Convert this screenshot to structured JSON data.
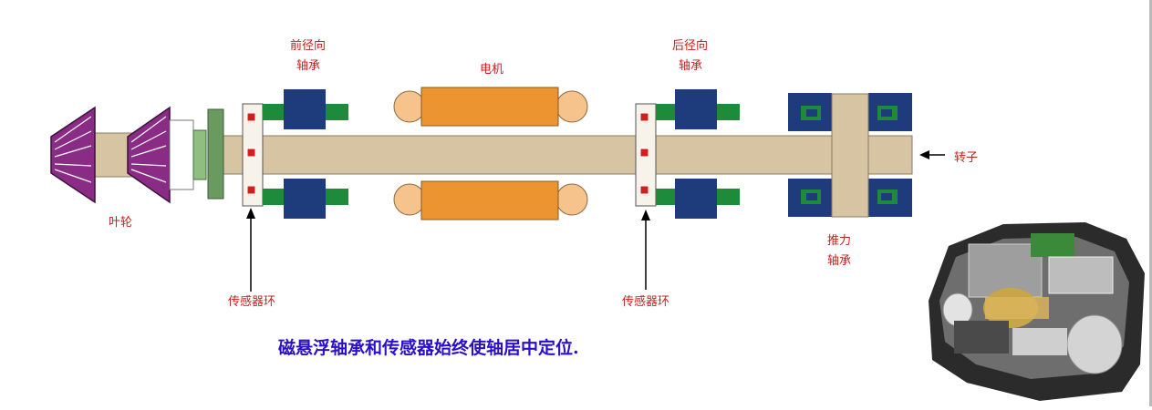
{
  "labels": {
    "front_radial_1": "前径向",
    "front_radial_2": "轴承",
    "motor": "电机",
    "rear_radial_1": "后径向",
    "rear_radial_2": "轴承",
    "rotor": "转子",
    "impeller": "叶轮",
    "thrust_1": "推力",
    "thrust_2": "轴承",
    "sensor_ring_left": "传感器环",
    "sensor_ring_right": "传感器环"
  },
  "caption": "磁悬浮轴承和传感器始终使轴居中定位.",
  "colors": {
    "shaft": "#d7c4a3",
    "bearing_stator": "#1e3c7c",
    "bearing_rotor": "#1d8b3a",
    "motor": "#eb9430",
    "motor_end": "#f6c38c",
    "impeller": "#8a2b86",
    "hub": "#6a9a60",
    "sensor_dot": "#d41e1e",
    "label_red": "#c81e1e",
    "caption_blue": "#2a10c8"
  },
  "photo": {
    "icon": "compressor-cutaway-image"
  }
}
